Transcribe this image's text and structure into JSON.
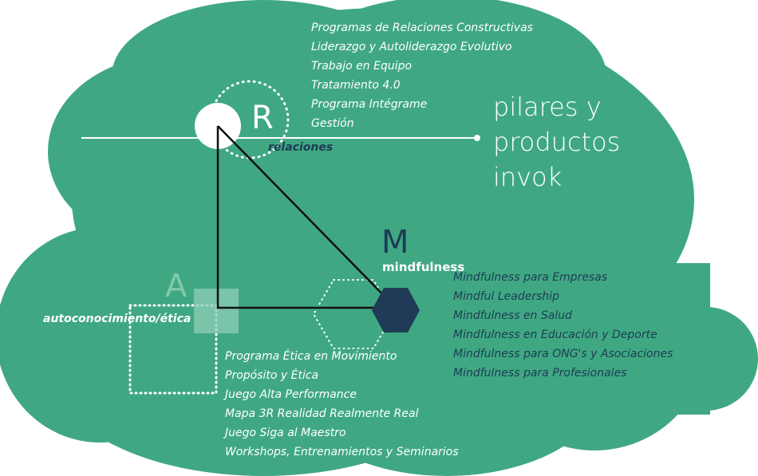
{
  "colors": {
    "cloud": "#3fa882",
    "dark": "#1f3b57",
    "white": "#ffffff",
    "translucent_square": "#8fcdb5"
  },
  "title": [
    "pilares y",
    "productos",
    "invok"
  ],
  "pillars": {
    "relaciones": {
      "letter": "R",
      "label": "relaciones",
      "items": [
        "Programas de Relaciones Constructivas",
        "Liderazgo y Autoliderazgo Evolutivo",
        "Trabajo en Equipo",
        "Tratamiento 4.0",
        "Programa Intégrame",
        "Gestión"
      ]
    },
    "mindfulness": {
      "letter": "M",
      "label": "mindfulness",
      "items": [
        "Mindfulness para Empresas",
        "Mindful Leadership",
        "Mindfulness en Salud",
        "Mindfulness en Educación y Deporte",
        "Mindfulness para ONG's y Asociaciones",
        "Mindfulness para Profesionales"
      ]
    },
    "autoconocimiento": {
      "letter": "A",
      "label": "autoconocimiento/ética",
      "items": [
        "Programa Ética en Movimiento",
        "Propósito y Ética",
        "Juego Alta Performance",
        "Mapa 3R Realidad Realmente Real",
        "Juego Siga al Maestro",
        "Workshops, Entrenamientos y Seminarios"
      ]
    }
  }
}
